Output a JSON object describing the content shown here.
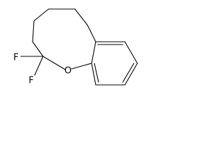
{
  "molecule": {
    "atoms": {
      "fluorine_upper": "F",
      "fluorine_lower": "F",
      "oxygen": "O"
    },
    "colors": {
      "bond": "#000000",
      "label": "#000000",
      "background": "#ffffff"
    }
  }
}
